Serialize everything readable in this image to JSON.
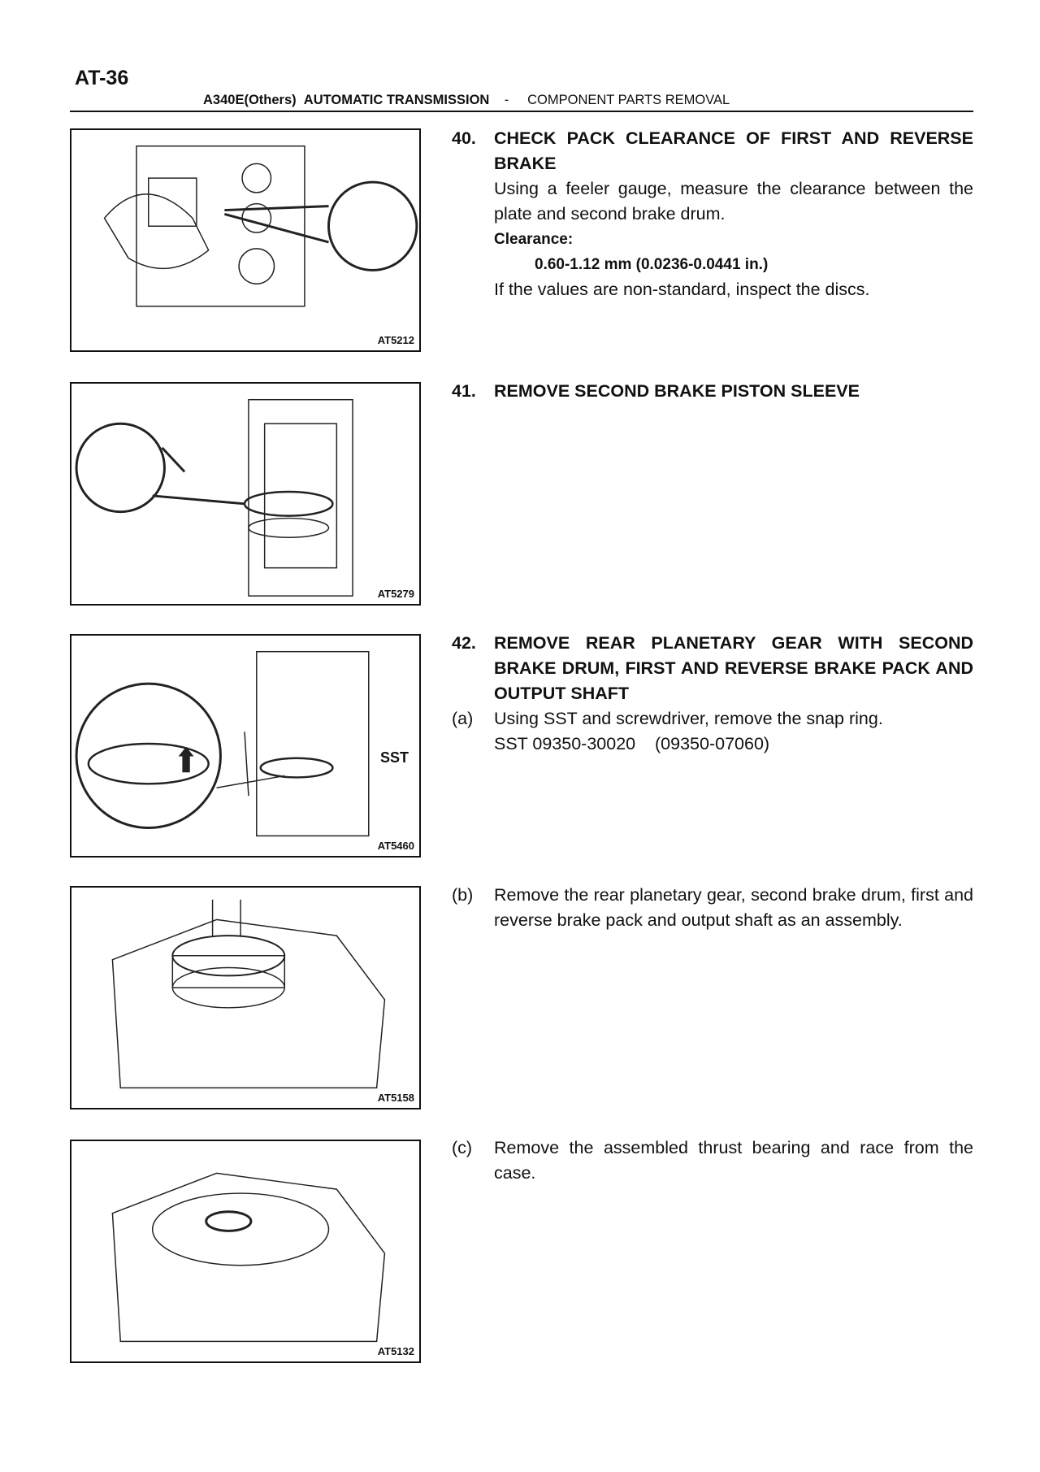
{
  "page_number": "AT-36",
  "header": {
    "model": "A340E(Others)",
    "title": "AUTOMATIC TRANSMISSION",
    "separator": "-",
    "section": "COMPONENT PARTS REMOVAL"
  },
  "figures": [
    {
      "id": "AT5212"
    },
    {
      "id": "AT5279"
    },
    {
      "id": "AT5460",
      "callout": "SST"
    },
    {
      "id": "AT5158"
    },
    {
      "id": "AT5132"
    }
  ],
  "steps": [
    {
      "number": "40.",
      "title": "CHECK PACK CLEARANCE OF FIRST AND REVERSE BRAKE",
      "text": "Using a feeler gauge, measure the clearance between the plate and second brake drum.",
      "spec_label": "Clearance:",
      "spec_value": "0.60-1.12  mm (0.0236-0.0441 in.)",
      "note": "If the values are non-standard, inspect the discs."
    },
    {
      "number": "41.",
      "title": "REMOVE SECOND BRAKE PISTON SLEEVE"
    },
    {
      "number": "42.",
      "title": "REMOVE REAR PLANETARY GEAR WITH SECOND BRAKE DRUM, FIRST AND REVERSE BRAKE PACK AND OUTPUT SHAFT",
      "substeps": [
        {
          "label": "(a)",
          "text": "Using SST and screwdriver, remove the snap ring.",
          "sst": "SST 09350-30020    (09350-07060)"
        },
        {
          "label": "(b)",
          "text": "Remove the rear planetary gear, second brake drum, first and reverse brake pack and output shaft as an assembly."
        },
        {
          "label": "(c)",
          "text": "Remove the assembled thrust bearing and race from the case."
        }
      ]
    }
  ]
}
